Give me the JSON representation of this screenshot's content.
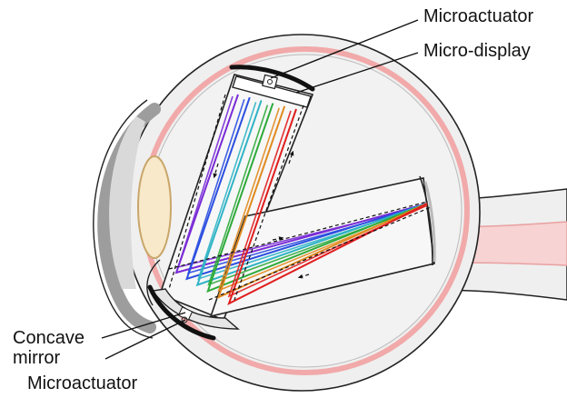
{
  "labels": {
    "microactuator_top": "Microactuator",
    "micro_display": "Micro-display",
    "concave_mirror_line1": "Concave",
    "concave_mirror_line2": "mirror",
    "microactuator_bottom": "Microactuator"
  },
  "colors": {
    "sclera_fill": "#efefef",
    "retina": "#f1a9a9",
    "retina_fill": "#f7d3d3",
    "lens_fill": "#f7e9c9",
    "lens_stroke": "#c9a66b",
    "cornea": "#a9a9a9",
    "outline": "#111111",
    "rays": [
      "#7a2bd6",
      "#2b4fe0",
      "#2fb3c5",
      "#2eaa3a",
      "#e08a1e",
      "#e01e1e"
    ]
  }
}
